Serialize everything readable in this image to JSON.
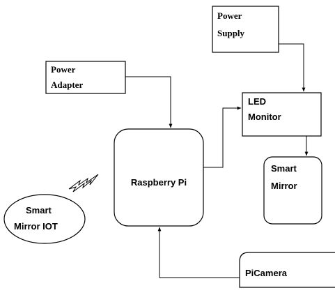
{
  "diagram": {
    "power_supply": {
      "line1": "Power",
      "line2": "Supply"
    },
    "power_adapter": {
      "line1": "Power",
      "line2": "Adapter"
    },
    "led_monitor": {
      "line1": "LED",
      "line2": "Monitor"
    },
    "raspberry_pi": {
      "label": "Raspberry Pi"
    },
    "smart_mirror": {
      "line1": "Smart",
      "line2": "Mirror"
    },
    "smart_mirror_iot": {
      "line1": "Smart",
      "line2": "Mirror IOT"
    },
    "picamera": {
      "label": "PiCamera"
    }
  },
  "colors": {
    "stroke": "#000000",
    "background": "#ffffff"
  },
  "icons": {
    "wireless": "lightning-wireless-icon"
  }
}
